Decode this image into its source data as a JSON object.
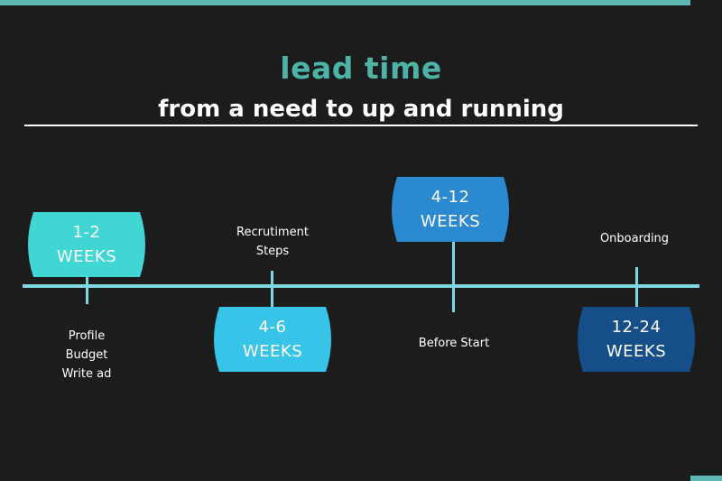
{
  "title": "lead time",
  "subtitle": "from a need to up and running",
  "colors": {
    "background": "#1c1c1d",
    "accent": "#5cb8b2",
    "axis": "#7ed9df",
    "badge_1": "#3fd6d3",
    "badge_2": "#38c4e8",
    "badge_3": "#2b89cf",
    "badge_4": "#164e89"
  },
  "timeline": {
    "badges": [
      {
        "text": "1-2\nWEEKS"
      },
      {
        "text": "4-6\nWEEKS"
      },
      {
        "text": "4-12\nWEEKS"
      },
      {
        "text": "12-24\nWEEKS"
      }
    ],
    "labels": [
      {
        "text": "Profile\nBudget\nWrite ad"
      },
      {
        "text": "Recrutiment\nSteps"
      },
      {
        "text": "Before Start"
      },
      {
        "text": "Onboarding"
      }
    ]
  }
}
